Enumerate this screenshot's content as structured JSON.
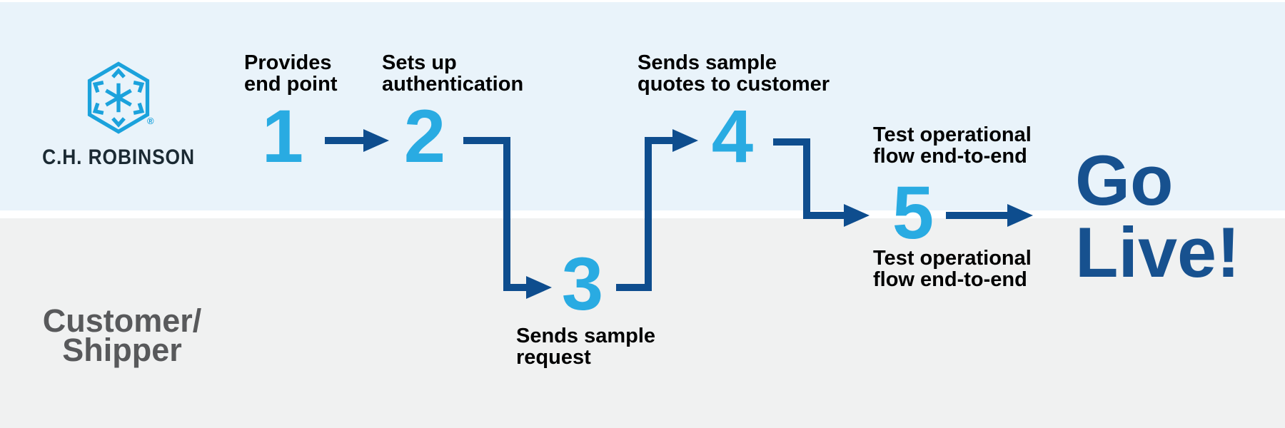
{
  "brand": {
    "wordmark": "C.H. ROBINSON",
    "registered_mark": "®",
    "logo_icon": "chr-hexagon-arrows-logo"
  },
  "lanes": {
    "top_owner": "C.H. Robinson",
    "bottom_label_line1": "Customer/",
    "bottom_label_line2": "Shipper"
  },
  "steps": [
    {
      "number": "1",
      "label_line1": "Provides",
      "label_line2": "end point"
    },
    {
      "number": "2",
      "label_line1": "Sets up",
      "label_line2": "authentication"
    },
    {
      "number": "3",
      "label_line1": "Sends sample",
      "label_line2": "request"
    },
    {
      "number": "4",
      "label_line1": "Sends sample",
      "label_line2": "quotes to customer"
    },
    {
      "number": "5",
      "label_top_line1": "Test operational",
      "label_top_line2": "flow end-to-end",
      "label_bottom_line1": "Test operational",
      "label_bottom_line2": "flow end-to-end"
    }
  ],
  "finale": {
    "line1": "Go",
    "line2": "Live!"
  },
  "colors": {
    "band_top": "#E9F3FA",
    "band_bottom": "#F0F1F1",
    "divider_white": "#FFFFFF",
    "step_number_cyan": "#29ABE2",
    "arrow_navy": "#0E4D8E",
    "finale_navy": "#17518F",
    "logo_cyan": "#1BA2DC",
    "wordmark_dark": "#1B2A33",
    "lane_label_gray": "#58595B",
    "step_label_black": "#000000"
  }
}
